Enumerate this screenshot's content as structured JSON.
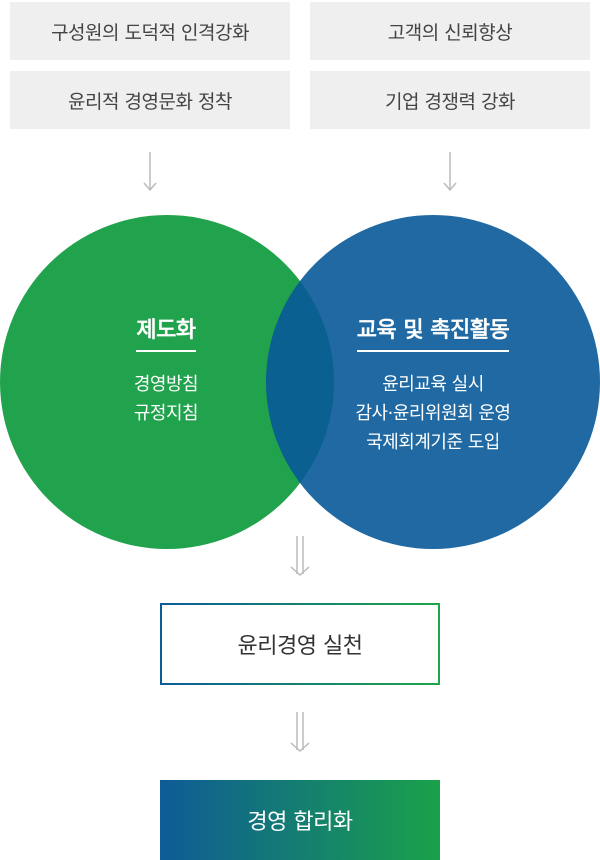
{
  "left_goals": [
    "구성원의 도덕적 인격강화",
    "윤리적 경영문화 정착"
  ],
  "right_goals": [
    "고객의 신뢰향상",
    "기업 경쟁력 강화"
  ],
  "left_circle": {
    "title": "제도화",
    "items": [
      "경영방침",
      "규정지침"
    ],
    "color": "#21a24c"
  },
  "right_circle": {
    "title": "교육 및 촉진활동",
    "items": [
      "윤리교육 실시",
      "감사·윤리위원회 운영",
      "국제회계기준 도입"
    ],
    "color": "#085998"
  },
  "practice": "윤리경영 실천",
  "result": "경영 합리화",
  "colors": {
    "box_bg": "#efefef",
    "gradient_start": "#0f5b97",
    "gradient_end": "#1aa14a"
  }
}
